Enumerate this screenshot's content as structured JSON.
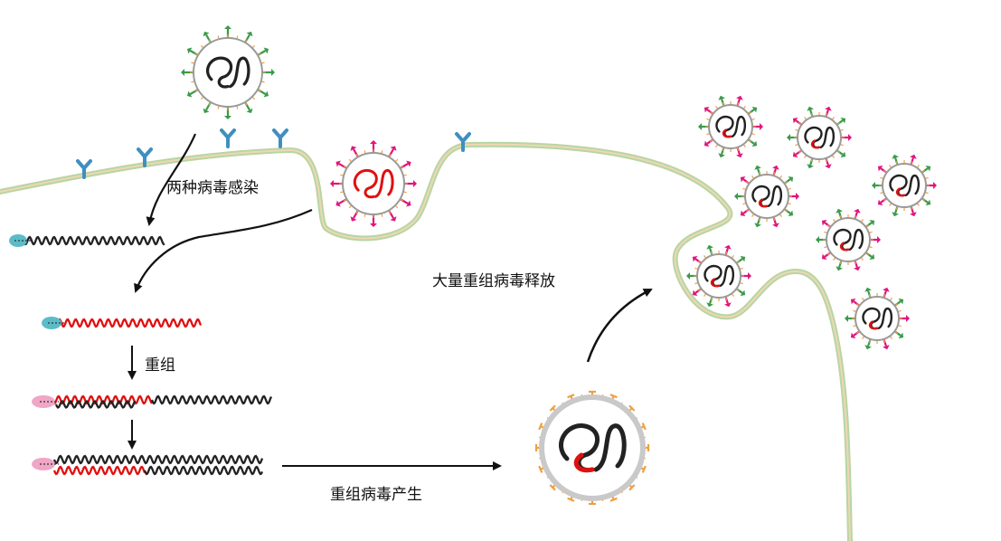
{
  "labels": {
    "infection": "两种病毒感染",
    "recombination": "重组",
    "produced": "重组病毒产生",
    "released": "大量重组病毒释放"
  },
  "colors": {
    "membrane_outer": "#b7d6a3",
    "membrane_inner": "#efd6b5",
    "receptor": "#3f8fc0",
    "spike_green": "#3a9a4a",
    "spike_magenta": "#e0157a",
    "spike_orange": "#f0a040",
    "genome_black": "#222222",
    "genome_red": "#e01010",
    "polymerase_teal": "#5bbcc8",
    "polymerase_pink": "#f0a6c6",
    "capsid_gray": "#c9c9c9",
    "arrow": "#111111"
  },
  "icons": [
    "virus-a-icon",
    "virus-b-icon",
    "recombinant-virus-icon",
    "receptor-icon",
    "polymerase-icon",
    "rna-strand-icon"
  ]
}
